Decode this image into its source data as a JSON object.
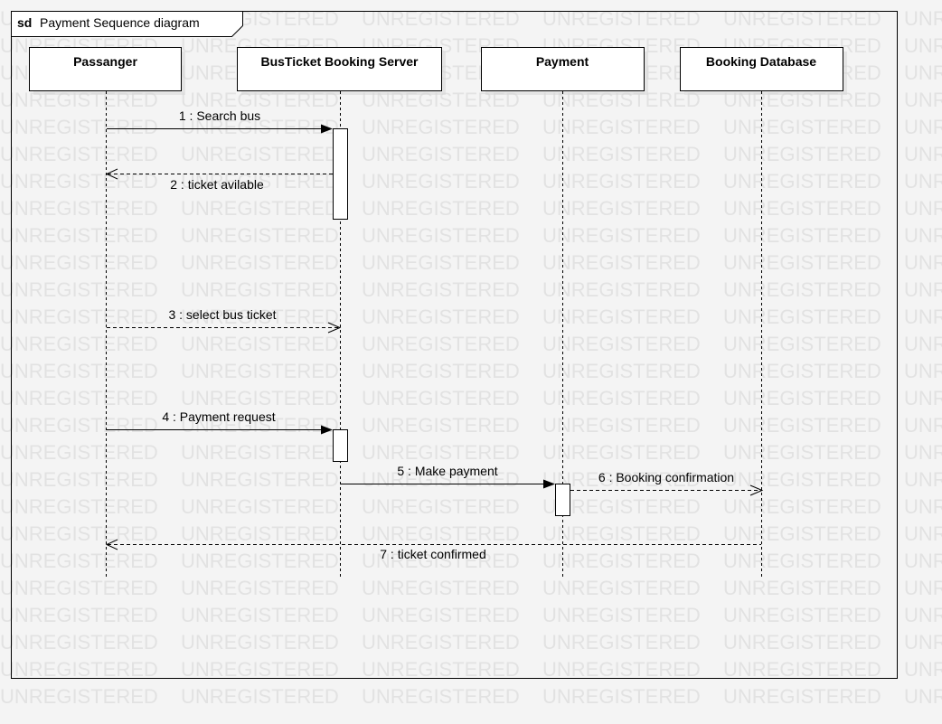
{
  "frame": {
    "keyword": "sd",
    "title": "Payment Sequence diagram"
  },
  "watermark": "UNREGISTERED",
  "lifelines": [
    {
      "id": "passenger",
      "label": "Passanger"
    },
    {
      "id": "server",
      "label": "BusTicket Booking Server"
    },
    {
      "id": "payment",
      "label": "Payment"
    },
    {
      "id": "database",
      "label": "Booking Database"
    }
  ],
  "messages": [
    {
      "from": "passenger",
      "to": "server",
      "kind": "sync",
      "label": "1 : Search bus"
    },
    {
      "from": "server",
      "to": "passenger",
      "kind": "return",
      "label": "2 : ticket avilable"
    },
    {
      "from": "passenger",
      "to": "server",
      "kind": "async",
      "label": "3 : select bus ticket"
    },
    {
      "from": "passenger",
      "to": "server",
      "kind": "sync",
      "label": "4 : Payment request"
    },
    {
      "from": "server",
      "to": "payment",
      "kind": "sync",
      "label": "5 : Make payment"
    },
    {
      "from": "payment",
      "to": "database",
      "kind": "return-async",
      "label": "6 : Booking confirmation"
    },
    {
      "from": "database",
      "to": "passenger",
      "kind": "return",
      "label": "7 : ticket confirmed"
    }
  ]
}
